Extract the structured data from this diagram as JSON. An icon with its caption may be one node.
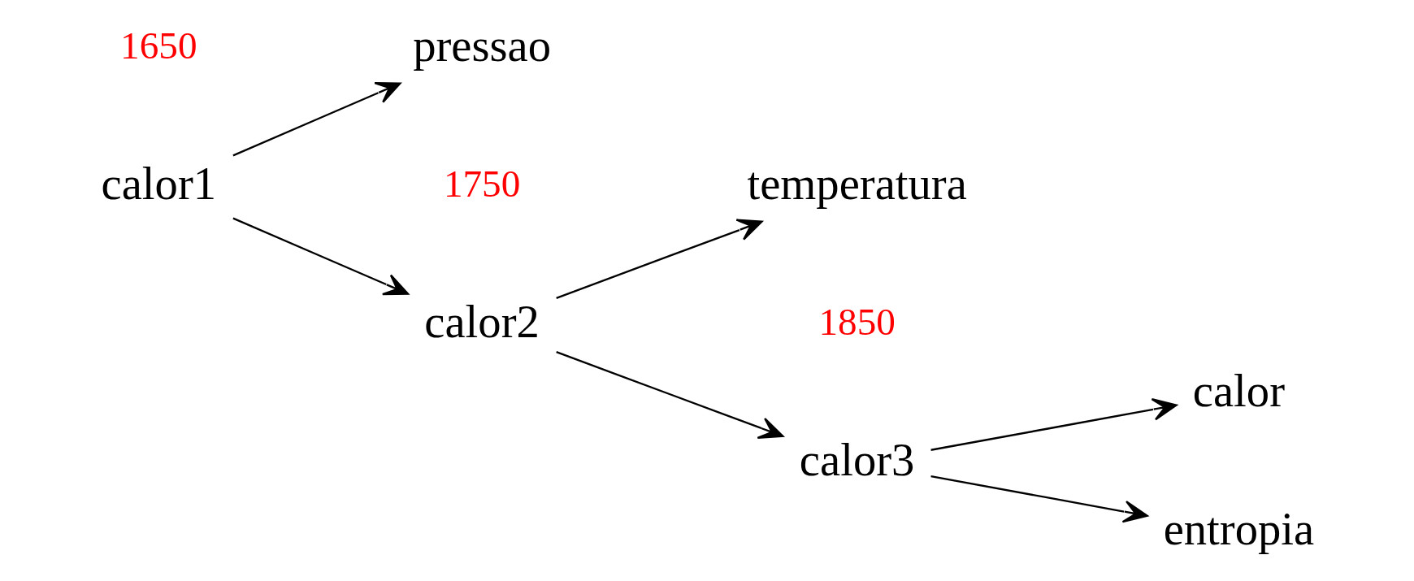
{
  "diagram": {
    "nodes": [
      {
        "text": [
          "calor1"
        ]
      },
      {
        "text": [
          "calor2"
        ]
      },
      {
        "text": [
          "pressao"
        ]
      },
      {
        "text": [
          "calor3"
        ]
      },
      {
        "text": [
          "temperatura"
        ]
      },
      {
        "text": [
          "calor"
        ]
      },
      {
        "text": [
          "entropia"
        ]
      }
    ],
    "edges": [
      {
        "from": 0,
        "to": 1,
        "arrow": "to"
      },
      {
        "from": 0,
        "to": 2,
        "arrow": "to"
      },
      {
        "from": 1,
        "to": 3,
        "arrow": "to"
      },
      {
        "from": 1,
        "to": 4,
        "arrow": "to"
      },
      {
        "from": 3,
        "to": 5,
        "arrow": "to"
      },
      {
        "from": 3,
        "to": 6,
        "arrow": "to"
      }
    ],
    "labels": [
      "1850",
      "1750",
      "1650"
    ]
  }
}
